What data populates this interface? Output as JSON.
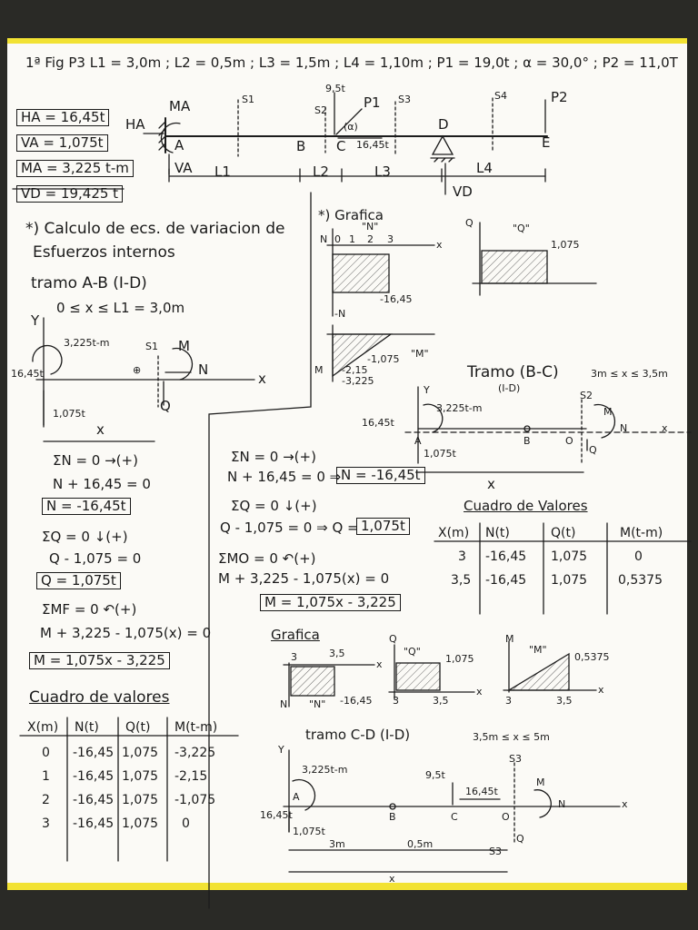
{
  "header": {
    "line": "1ª  Fig P3   L1 = 3,0m ; L2 = 0,5m ; L3 = 1,5m ; L4 = 1,10m ; P1 = 19,0t ; α = 30,0° ; P2 = 11,0T"
  },
  "beam": {
    "ma_label": "MA",
    "ha_label": "HA",
    "va_label": "VA",
    "vd_label": "VD",
    "p1_label": "P1",
    "p2_label": "P2",
    "p1_v": "9,5t",
    "p1_h": "16,45t",
    "angle": "(α)",
    "point_a": "A",
    "point_b": "B",
    "point_c": "C",
    "point_d": "D",
    "point_e": "E",
    "s1": "S1",
    "s2": "S2",
    "s3": "S3",
    "s4": "S4",
    "l1": "L1",
    "l2": "L2",
    "l3": "L3",
    "l4": "L4"
  },
  "reactions": [
    "HA = 16,45t",
    "VA = 1,075t",
    "MA = 3,225 t-m",
    "VD = 19,425 t"
  ],
  "intro": {
    "title_line1": "*) Calculo de ecs. de variacion de",
    "title_line2": "Esfuerzos internos",
    "tramo": "tramo A-B  (I-D)",
    "range": "0 ≤ x ≤ L1 = 3,0m"
  },
  "ab_fbd": {
    "moment": "3,225t-m",
    "force_h": "16,45t",
    "force_v": "1,075t",
    "y": "Y",
    "x_axis": "x",
    "n": "N",
    "m": "M",
    "q": "Q",
    "s": "S1",
    "x": "x",
    "plus": "⊕"
  },
  "ab_eq": [
    "ΣN = 0 →(+)",
    "N + 16,45 = 0",
    "N = -16,45t",
    "ΣQ = 0 ↓(+)",
    "Q - 1,075 = 0",
    "Q = 1,075t",
    "ΣMF = 0 ↶(+)",
    "M + 3,225 - 1,075(x) = 0",
    "M = 1,075x - 3,225"
  ],
  "ab_table": {
    "title": "Cuadro de valores",
    "headers": [
      "X(m)",
      "N(t)",
      "Q(t)",
      "M(t-m)"
    ],
    "rows": [
      [
        "0",
        "-16,45",
        "1,075",
        "-3,225"
      ],
      [
        "1",
        "-16,45",
        "1,075",
        "-2,15"
      ],
      [
        "2",
        "-16,45",
        "1,075",
        "-1,075"
      ],
      [
        "3",
        "-16,45",
        "1,075",
        "0"
      ]
    ]
  },
  "ab_graphs": {
    "title": "*) Grafica",
    "n_title": "\"N\"",
    "q_title": "\"Q\"",
    "m_title": "\"M\"",
    "n_axis": "N",
    "n_neg": "-N",
    "q_axis": "Q",
    "m_axis": "M",
    "x": "x",
    "n_val": "-16,45",
    "q_val": "1,075",
    "m_v1": "-1,075",
    "m_v2": "-2,15",
    "m_v3": "-3,225",
    "t0": "0",
    "t1": "1",
    "t2": "2",
    "t3": "3"
  },
  "bc": {
    "title": "Tramo (B-C)",
    "range": "3m ≤ x ≤ 3,5m",
    "sub": "(I-D)",
    "moment": "3,225t-m",
    "force_h": "16,45t",
    "force_v": "1,075t",
    "pa": "A",
    "pb": "B",
    "po": "O",
    "s": "S2",
    "y": "Y",
    "x": "x",
    "n": "N",
    "m": "M",
    "q": "Q"
  },
  "bc_eq": [
    "ΣN = 0 →(+)",
    "N + 16,45 = 0 ⇒",
    "N = -16,45t",
    "ΣQ = 0 ↓(+)",
    "Q - 1,075 = 0 ⇒ Q =",
    "1,075t",
    "ΣMO = 0 ↶(+)",
    "M + 3,225 - 1,075(x) = 0",
    "M = 1,075x - 3,225"
  ],
  "bc_table": {
    "title": "Cuadro de Valores",
    "headers": [
      "X(m)",
      "N(t)",
      "Q(t)",
      "M(t-m)"
    ],
    "rows": [
      [
        "3",
        "-16,45",
        "1,075",
        "0"
      ],
      [
        "3,5",
        "-16,45",
        "1,075",
        "0,5375"
      ]
    ]
  },
  "bc_graphs": {
    "title": "Grafica",
    "n_axis": "N",
    "n_title": "\"N\"",
    "n_val": "-16,45",
    "q_axis": "Q",
    "q_title": "\"Q\"",
    "q_val": "1,075",
    "m_axis": "M",
    "m_title": "\"M\"",
    "m_val": "0,5375",
    "t3": "3",
    "t35": "3,5",
    "x": "x"
  },
  "cd": {
    "title": "tramo  C-D   (I-D)",
    "range": "3,5m ≤ x ≤ 5m",
    "moment": "3,225t-m",
    "force_h": "16,45t",
    "force_v": "1,075t",
    "load_v": "9,5t",
    "load_h": "16,45t",
    "pa": "A",
    "pb": "B",
    "pc": "C",
    "po": "O",
    "s": "S3",
    "d1": "3m",
    "d2": "0,5m",
    "x": "x",
    "y": "Y",
    "n": "N",
    "m": "M",
    "q": "Q"
  }
}
